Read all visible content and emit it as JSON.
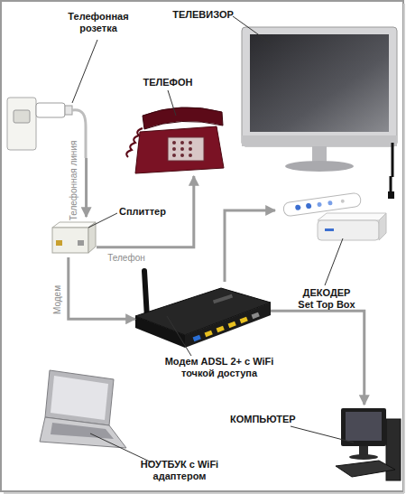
{
  "diagram": {
    "nodes": [
      {
        "text": [
          "Телефонная розетка"
        ]
      },
      {
        "text": [
          "ТЕЛЕВИЗОР"
        ]
      },
      {
        "text": [
          "ТЕЛЕФОН"
        ]
      },
      {
        "text": [
          "Сплиттер"
        ]
      },
      {
        "text": [
          "ДЕКОДЕР Set Top Box"
        ]
      },
      {
        "text": [
          "Модем ADSL 2+ с WiFi точкой доступа"
        ]
      },
      {
        "text": [
          "КОМПЬЮТЕР"
        ]
      },
      {
        "text": [
          "НОУТБУК с WiFi адаптером"
        ]
      }
    ],
    "edges": [
      {
        "from": 0,
        "to": 3,
        "label": "Телефонная линия",
        "arrow": "to"
      },
      {
        "from": 3,
        "to": 2,
        "label": "Телефон",
        "arrow": "to"
      },
      {
        "from": 3,
        "to": 5,
        "label": "Модем",
        "arrow": "to"
      },
      {
        "from": 5,
        "to": 4,
        "arrow": "to"
      },
      {
        "from": 5,
        "to": 6,
        "arrow": "to"
      },
      {
        "from": 1,
        "to": 4,
        "arrow": "none"
      }
    ]
  }
}
